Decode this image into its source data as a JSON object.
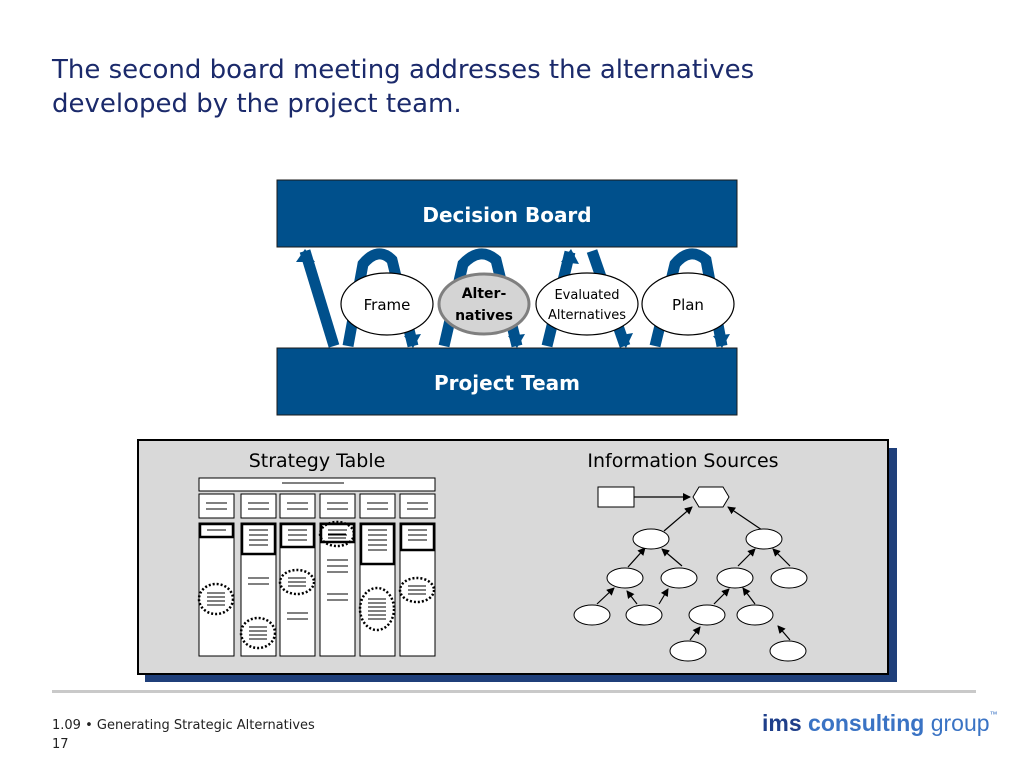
{
  "title": {
    "line1": "The second board meeting addresses the alternatives",
    "line2": "developed by the project team."
  },
  "decision_board": "Decision Board",
  "project_team": "Project Team",
  "stages": [
    {
      "line1": "Frame",
      "line2": "",
      "highlighted": false
    },
    {
      "line1": "Alter-",
      "line2": "natives",
      "highlighted": true
    },
    {
      "line1": "Evaluated",
      "line2": "Alternatives",
      "highlighted": false
    },
    {
      "line1": "Plan",
      "line2": "",
      "highlighted": false
    }
  ],
  "panel": {
    "strategy_table": "Strategy Table",
    "information_sources": "Information Sources"
  },
  "footer": {
    "section": "1.09 • Generating Strategic Alternatives",
    "page": "17"
  },
  "logo": {
    "ims": "ims",
    "consulting": "consulting",
    "group": "group",
    "tm": "™"
  },
  "colors": {
    "box_blue": "#00508c",
    "title_navy": "#1b2a6b",
    "panel_grey": "#d9d9d9",
    "panel_shadow": "#1f3f7a",
    "highlight_grey": "#d4d4d4"
  }
}
